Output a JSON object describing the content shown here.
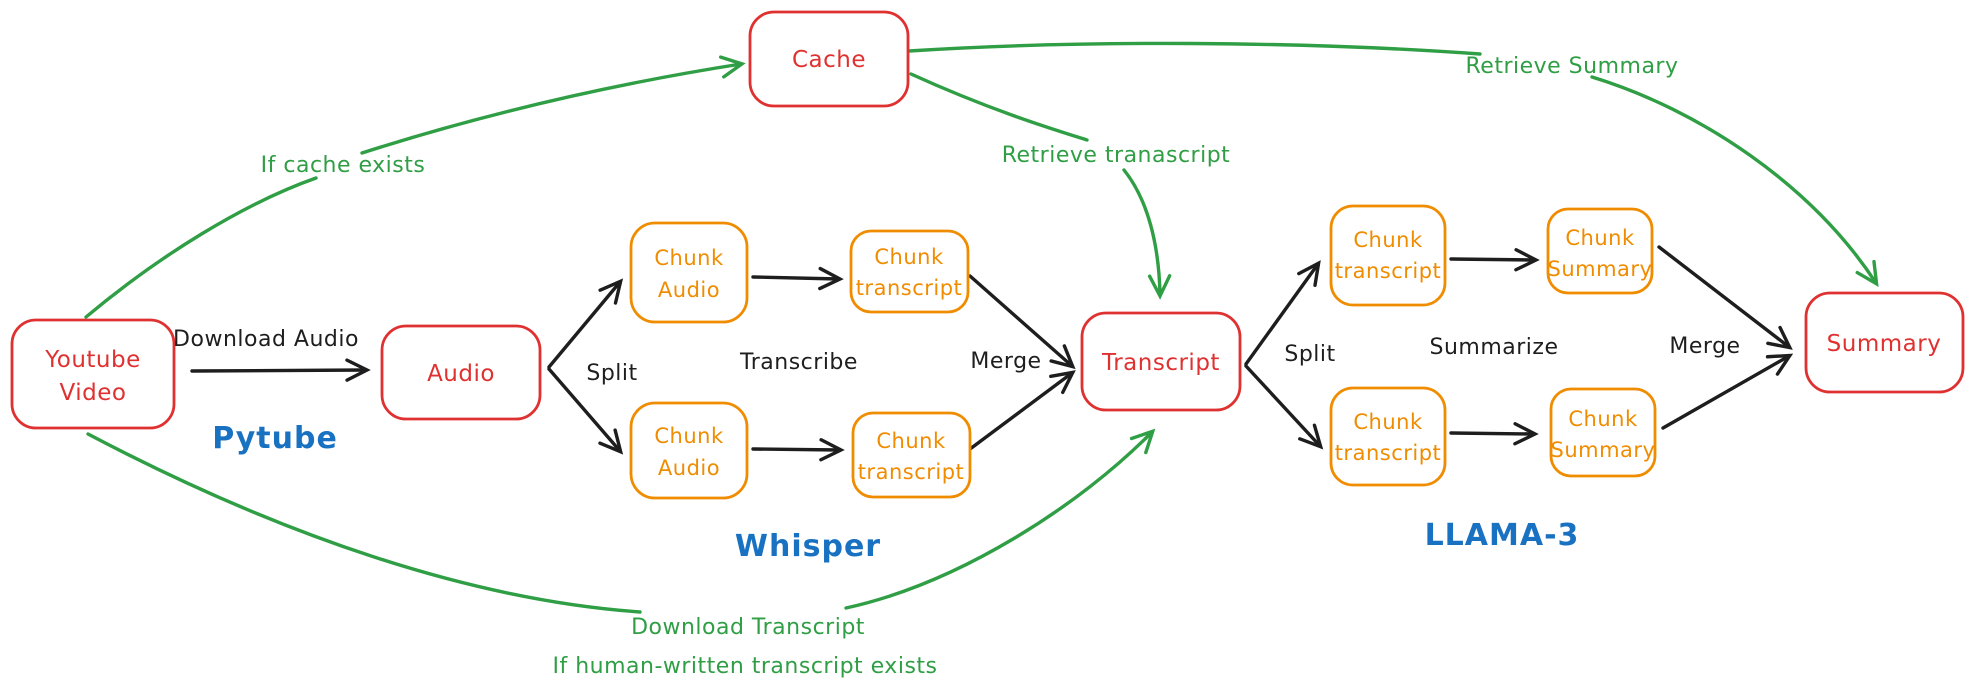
{
  "colors": {
    "red": "#e03131",
    "orange": "#f08c00",
    "green": "#2f9e44",
    "blue": "#1971c2",
    "black": "#1e1e1e",
    "background": "#ffffff"
  },
  "nodes": {
    "youtube_video": {
      "line1": "Youtube",
      "line2": "Video"
    },
    "cache": {
      "label": "Cache"
    },
    "audio": {
      "label": "Audio"
    },
    "chunk_audio_top": {
      "line1": "Chunk",
      "line2": "Audio"
    },
    "chunk_transcript_whisper_top": {
      "line1": "Chunk",
      "line2": "transcript"
    },
    "chunk_audio_bottom": {
      "line1": "Chunk",
      "line2": "Audio"
    },
    "chunk_transcript_whisper_bottom": {
      "line1": "Chunk",
      "line2": "transcript"
    },
    "transcript": {
      "label": "Transcript"
    },
    "chunk_transcript_llama_top": {
      "line1": "Chunk",
      "line2": "transcript"
    },
    "chunk_summary_top": {
      "line1": "Chunk",
      "line2": "Summary"
    },
    "chunk_transcript_llama_bottom": {
      "line1": "Chunk",
      "line2": "transcript"
    },
    "chunk_summary_bottom": {
      "line1": "Chunk",
      "line2": "Summary"
    },
    "summary": {
      "label": "Summary"
    }
  },
  "edge_labels": {
    "download_audio": "Download Audio",
    "split_left": "Split",
    "transcribe": "Transcribe",
    "merge_left": "Merge",
    "split_right": "Split",
    "summarize": "Summarize",
    "merge_right": "Merge"
  },
  "flow_labels": {
    "if_cache_exists": "If cache exists",
    "retrieve_transcript": "Retrieve tranascript",
    "retrieve_summary": "Retrieve Summary",
    "download_transcript": "Download Transcript",
    "if_human_written": "If human-written transcript exists"
  },
  "tool_labels": {
    "pytube": "Pytube",
    "whisper": "Whisper",
    "llama3": "LLAMA-3"
  }
}
